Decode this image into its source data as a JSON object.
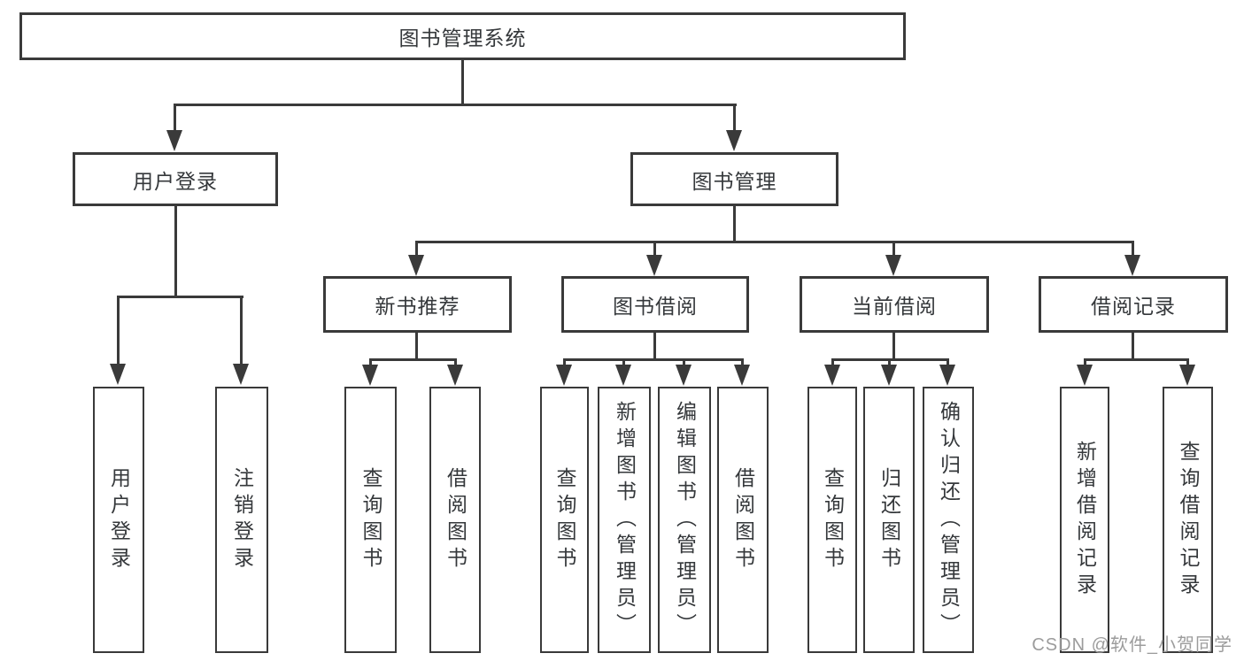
{
  "diagram_type": "hierarchy-tree",
  "tree": {
    "label": "图书管理系统",
    "children": [
      {
        "label": "用户登录",
        "children": [
          {
            "label": "用户登录"
          },
          {
            "label": "注销登录"
          }
        ]
      },
      {
        "label": "图书管理",
        "children": [
          {
            "label": "新书推荐",
            "children": [
              {
                "label": "查询图书"
              },
              {
                "label": "借阅图书"
              }
            ]
          },
          {
            "label": "图书借阅",
            "children": [
              {
                "label": "查询图书"
              },
              {
                "label": "新增图书（管理员）"
              },
              {
                "label": "编辑图书（管理员）"
              },
              {
                "label": "借阅图书"
              }
            ]
          },
          {
            "label": "当前借阅",
            "children": [
              {
                "label": "查询图书"
              },
              {
                "label": "归还图书"
              },
              {
                "label": "确认归还（管理员）"
              }
            ]
          },
          {
            "label": "借阅记录",
            "children": [
              {
                "label": "新增借阅记录"
              },
              {
                "label": "查询借阅记录"
              }
            ]
          }
        ]
      }
    ]
  },
  "watermark": "CSDN @软件_小贺同学",
  "colors": {
    "line": "#3a3a3a",
    "box_border": "#3a3a3a",
    "box_background": "#ffffff",
    "text": "#35383b",
    "watermark_text": "#9c9c9c",
    "page_background": "#ffffff"
  }
}
